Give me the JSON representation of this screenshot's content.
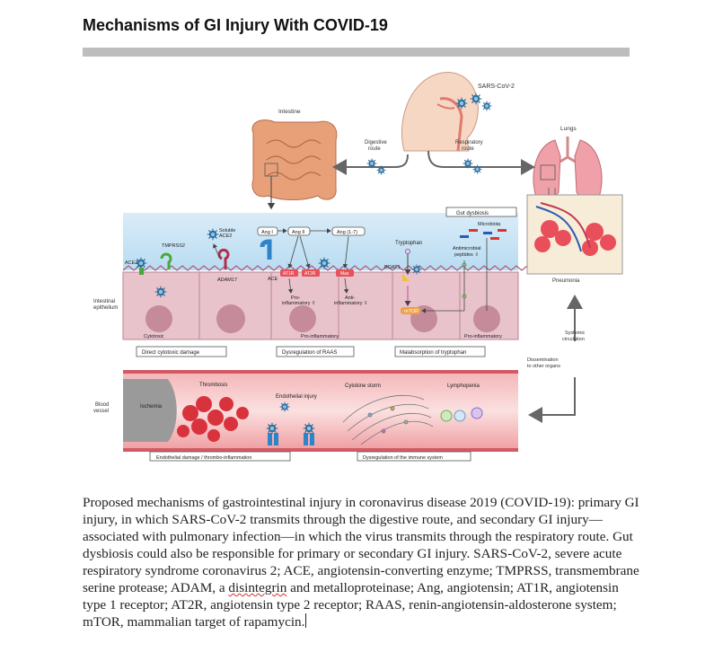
{
  "title": "Mechanisms of GI Injury With COVID-19",
  "figure": {
    "labels": {
      "virus": "SARS-CoV-2",
      "intestine": "Intestine",
      "lungs": "Lungs",
      "digestive_route": [
        "Digestive",
        "route"
      ],
      "respiratory_route": [
        "Respiratory",
        "route"
      ],
      "gut_dysbiosis": "Gut dysbiosis",
      "microbiota": "Microbiota",
      "antimicrobial": [
        "Antimicrobial",
        "peptides ⇩"
      ],
      "tryptophan": "Tryptophan",
      "boat1": "BOAT1",
      "soluble_ace2": [
        "Soluble",
        "ACE2"
      ],
      "tmprss2": "TMPRSS2",
      "ace2": "ACE2",
      "adam17": "ADAM17",
      "ace": "ACE",
      "ang1": "Ang I",
      "ang2": "Ang II",
      "ang17": "Ang (1-7)",
      "at1r": "AT1R",
      "at2r": "AT2R",
      "mas": "Mas",
      "pro_inflam_small": [
        "Pro-",
        "inflammatory ⇧"
      ],
      "anti_inflam_small": [
        "Anti-",
        "inflammatory ⇩"
      ],
      "mtor": "mTOR",
      "intestinal_epithelium": [
        "Intestinal",
        "epithelium"
      ],
      "cytotoxic": "Cytotoxic",
      "pro_inflammatory": "Pro-inflammatory",
      "box_direct": "Direct cytotoxic damage",
      "box_raas": "Dysregulation of RAAS",
      "box_trp": "Malabsorption of tryptophan",
      "pneumonia": "Pneumonia",
      "systemic": [
        "Systemic",
        "circulation"
      ],
      "dissemination": [
        "Dissemination",
        "to other organs"
      ],
      "blood_vessel": [
        "Blood",
        "vessel"
      ],
      "ischemia": "Ischemia",
      "thrombosis": "Thrombosis",
      "endothelial_injury": "Endothelial injury",
      "cytokine_storm": "Cytokine storm",
      "lymphopenia": "Lymphopenia",
      "box_endo": "Endothelial damage / thrombo-inflammation",
      "box_immune": "Dysregulation of the immune system"
    },
    "colors": {
      "lumen_blue": "#cfe6f5",
      "cell_pink": "#e9c3cc",
      "vessel_red": "#e88a8f",
      "clot_red": "#d8333d",
      "virus_blue": "#2c6a99",
      "ace2_green": "#4aa83a",
      "banner_gray": "#bdbdbd",
      "lung_pink": "#f0a0a8",
      "panel_tan": "#f7ecd8"
    }
  },
  "caption": {
    "before": "Proposed mechanisms of gastrointestinal injury in coronavirus disease 2019 (COVID-19): primary GI injury, in which SARS-CoV-2 transmits through the digestive route, and secondary GI injury—associated with pulmonary infection—in which the virus transmits through the respiratory route. Gut dysbiosis could also be responsible for primary or secondary GI injury. SARS-CoV-2, severe acute respiratory syndrome coronavirus 2; ACE, angiotensin-converting enzyme; TMPRSS, transmembrane serine protease; ADAM, a ",
    "flagged_word": "disintegrin",
    "after": " and metalloproteinase; Ang, angiotensin; AT1R, angiotensin type 1 receptor; AT2R, angiotensin type 2 receptor; RAAS, renin-angiotensin-aldosterone system; mTOR, mammalian target of rapamycin."
  }
}
